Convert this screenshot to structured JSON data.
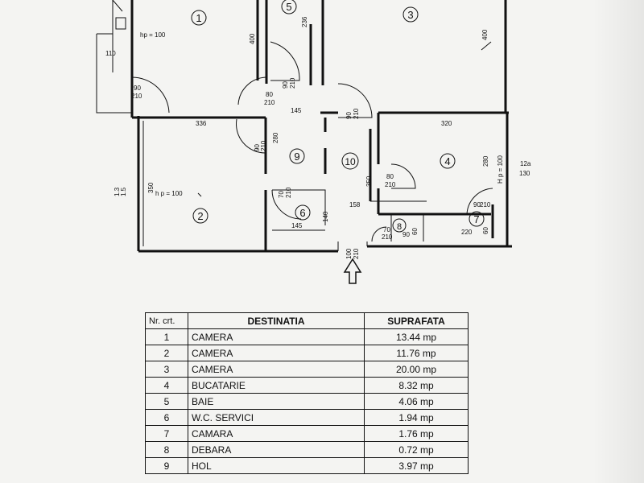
{
  "plan": {
    "rooms": [
      {
        "number": "1"
      },
      {
        "number": "2"
      },
      {
        "number": "3"
      },
      {
        "number": "4"
      },
      {
        "number": "5"
      },
      {
        "number": "6"
      },
      {
        "number": "7"
      },
      {
        "number": "8"
      },
      {
        "number": "9"
      },
      {
        "number": "10"
      }
    ],
    "dims": {
      "hp100_top": "hp = 100",
      "d110": "110",
      "balcony_door_w": "90",
      "balcony_door_h": "210",
      "d400_left": "400",
      "d236": "236",
      "d400_right": "400",
      "d80": "80",
      "d210_a": "210",
      "d90_a": "90",
      "d210_b": "210",
      "d145_top": "145",
      "d90_b": "90",
      "d210_c": "210",
      "d336": "336",
      "d320": "320",
      "d280_mid": "280",
      "d210_d": "210",
      "d90_c": "90",
      "d280_right": "280",
      "hp100_right": "H p = 100",
      "d350_left": "350",
      "hp100_left": "h p = 100",
      "d70": "70",
      "d210_e": "210",
      "d80_b": "80",
      "d210_f": "210",
      "d350_mid": "350",
      "d158": "158",
      "d140": "140",
      "d145_bottom": "145",
      "d90_d": "90",
      "d210_g": "210",
      "d220": "220",
      "d60": "60",
      "d70_b": "70",
      "d210_h": "210",
      "d90_e": "90",
      "d60_b": "60",
      "d100": "100",
      "d210_i": "210",
      "side_left_top": "1.3",
      "side_left_bot": "1.5",
      "side_right_top": "12a",
      "side_right_bot": "130"
    }
  },
  "legend": {
    "headers": {
      "nr": "Nr. crt.",
      "dest": "DESTINATIA",
      "area": "SUPRAFATA"
    },
    "rows": [
      {
        "nr": "1",
        "dest": "CAMERA",
        "area": "13.44 mp"
      },
      {
        "nr": "2",
        "dest": "CAMERA",
        "area": "11.76 mp"
      },
      {
        "nr": "3",
        "dest": "CAMERA",
        "area": "20.00 mp"
      },
      {
        "nr": "4",
        "dest": "BUCATARIE",
        "area": "8.32 mp"
      },
      {
        "nr": "5",
        "dest": "BAIE",
        "area": "4.06 mp"
      },
      {
        "nr": "6",
        "dest": "W.C. SERVICI",
        "area": "1.94 mp"
      },
      {
        "nr": "7",
        "dest": "CAMARA",
        "area": "1.76 mp"
      },
      {
        "nr": "8",
        "dest": "DEBARA",
        "area": "0.72 mp"
      },
      {
        "nr": "9",
        "dest": "HOL",
        "area": "3.97 mp"
      }
    ]
  },
  "colors": {
    "ink": "#111111",
    "paper": "#f4f4f2"
  }
}
